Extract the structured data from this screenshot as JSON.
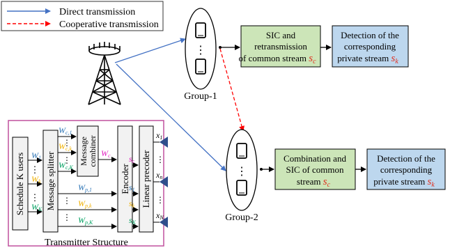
{
  "legend": {
    "direct": "Direct transmission",
    "cooperative": "Cooperative transmission"
  },
  "groups": {
    "g1": "Group-1",
    "g2": "Group-2"
  },
  "group1_boxes": {
    "sic_line1": "SIC and",
    "sic_line2": "retransmission",
    "sic_line3": "of common stream",
    "sic_symbol": "s",
    "sic_sub": "c",
    "det_line1": "Detection of the",
    "det_line2": "corresponding",
    "det_line3": "private stream",
    "det_symbol": "s",
    "det_sub": "k"
  },
  "group2_boxes": {
    "comb_line1": "Combination and",
    "comb_line2": "SIC of common",
    "comb_line3": "stream",
    "comb_symbol": "s",
    "comb_sub": "c",
    "det_line1": "Detection of the",
    "det_line2": "corresponding",
    "det_line3": "private stream",
    "det_symbol": "s",
    "det_sub": "k"
  },
  "ellipsis": "⋮",
  "transmitter": {
    "title": "Transmitter Structure",
    "schedule": "Schedule K users",
    "splitter": "Message splitter",
    "combiner_line1": "Message",
    "combiner_line2": "combiner",
    "encoder": "Encoder",
    "precoder": "Linear precoder",
    "w_letter": "W",
    "w1_sub": "1",
    "wk_sub": "k",
    "wK_sub": "K",
    "wc1_sub": "c,1",
    "wck_sub": "c,k",
    "wcK_sub": "c,K",
    "wc_sub": "c",
    "wp1_sub": "p,1",
    "wpk_sub": "p,k",
    "wpK_sub": "p,K",
    "s_letter": "s",
    "sc_sub": "c",
    "s1_sub": "1",
    "sk_sub": "k",
    "sK_sub": "K",
    "x_letter": "x",
    "x1_sub": "1",
    "xn_sub": "n",
    "xNt_sub": "N",
    "xNt_subsub": "t"
  },
  "colors": {
    "direct_arrow": "#4472C4",
    "coop_arrow": "#FF0000",
    "green_box": "#CCE5B8",
    "blue_box": "#BDD7EE",
    "tx_border": "#C0509E",
    "w_blue": "#2E75B6",
    "w_orange": "#F0B000",
    "w_green": "#00A060",
    "w_pink": "#E020C0",
    "sym_red": "#E03020",
    "antenna": "#2F4E8C"
  }
}
